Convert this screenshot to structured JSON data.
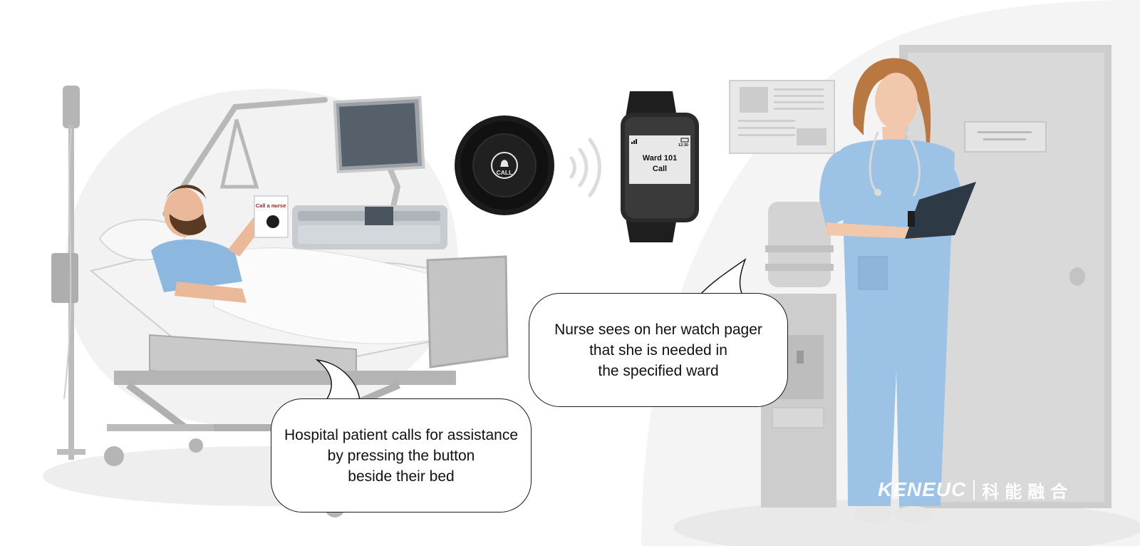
{
  "call_card": {
    "label": "Call a nurse"
  },
  "call_button": {
    "label": "CALL"
  },
  "watch": {
    "time": "12:30",
    "line1": "Ward 101",
    "line2": "Call"
  },
  "captions": {
    "patient": [
      "Hospital patient calls for assistance",
      "by pressing the button",
      "beside their bed"
    ],
    "nurse": [
      "Nurse sees on her watch pager",
      "that she is needed in",
      "the specified ward"
    ]
  },
  "logo": {
    "latin": "KENEUC",
    "cjk": "科能融合"
  },
  "colors": {
    "scrubs": "#9cc3e6",
    "bed": "#b9b9b9",
    "background_shape": "#f3f3f3",
    "button": "#1b1b1b"
  }
}
